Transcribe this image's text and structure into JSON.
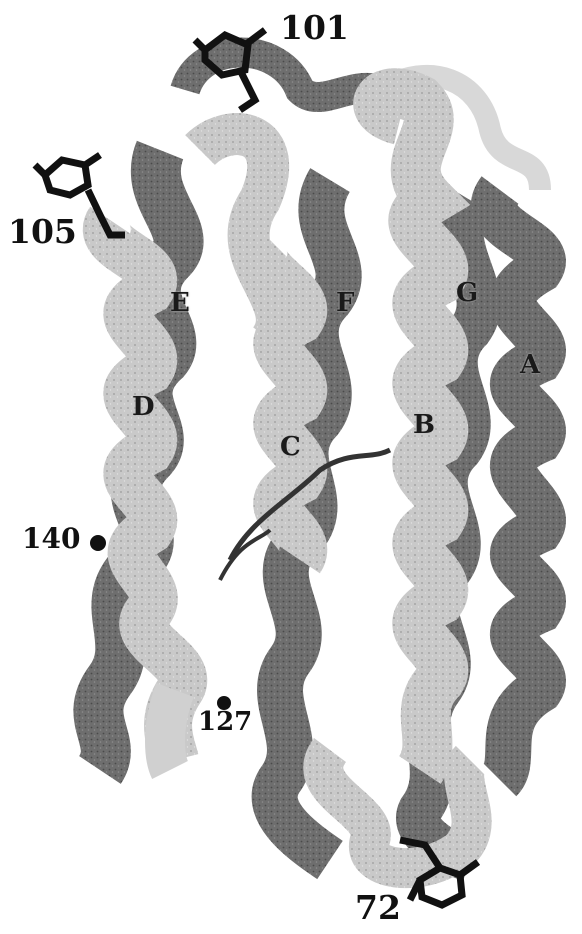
{
  "residue_labels": {
    "r101": "101",
    "r105": "105",
    "r140": "140",
    "r127": "127",
    "r72": "72"
  },
  "helix_labels": {
    "a": "A",
    "b": "B",
    "c": "C",
    "d": "D",
    "e": "E",
    "f": "F",
    "g": "G"
  },
  "colors": {
    "light_ribbon": "#c9c9c9",
    "dark_ribbon": "#6e6e6e",
    "side_chain": "#111111",
    "background": "#ffffff"
  }
}
